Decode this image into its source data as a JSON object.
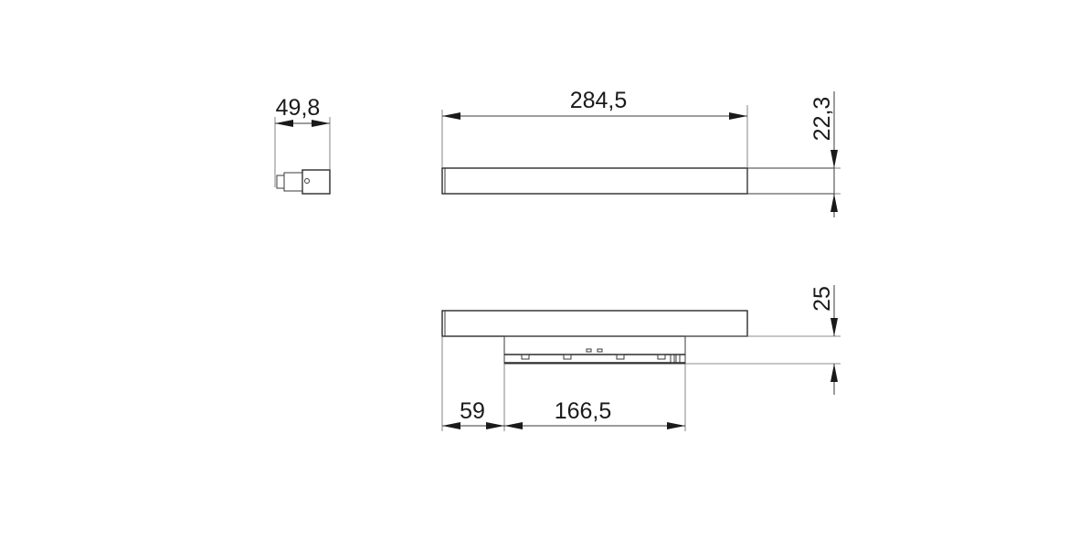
{
  "dimensions": {
    "side_width": "49,8",
    "length": "284,5",
    "height_top": "22,3",
    "height_bottom": "25",
    "offset": "59",
    "module_length": "166,5"
  },
  "colors": {
    "line": "#3a3a3a",
    "text": "#1a1a1a"
  }
}
